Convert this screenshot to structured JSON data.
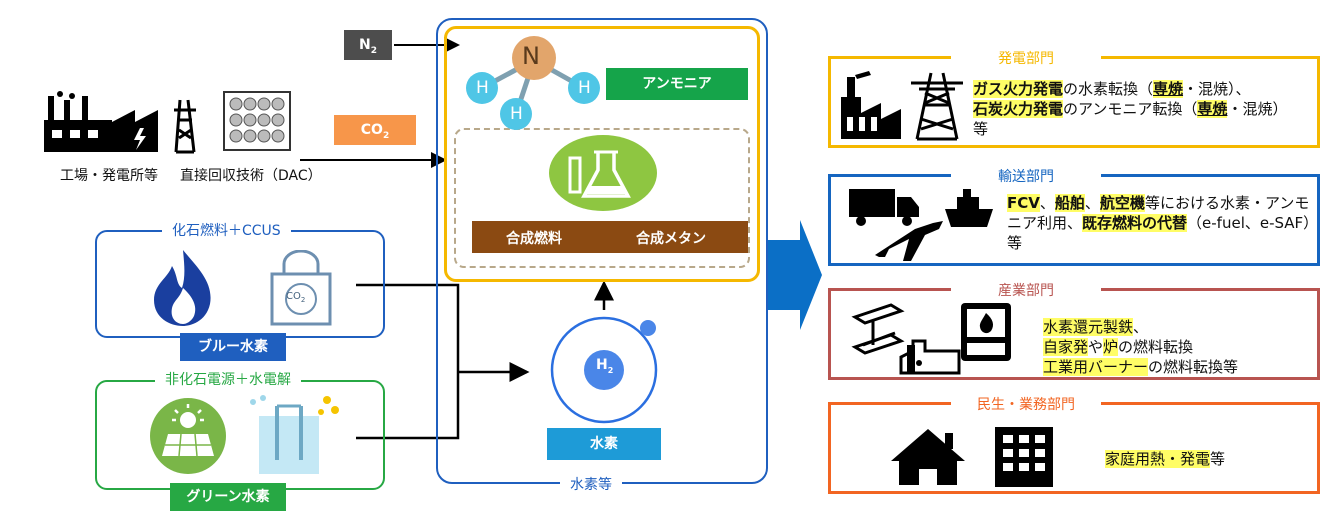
{
  "inputs": {
    "n2": "N",
    "n2_sub": "2",
    "co2": "CO",
    "co2_sub": "2",
    "factory_caption": "工場・発電所等",
    "dac_caption": "直接回収技術（DAC）"
  },
  "blue": {
    "title": "化石燃料＋CCUS",
    "label": "ブルー水素",
    "co2_icon": "CO",
    "co2_icon_sub": "2"
  },
  "green": {
    "title": "非化石電源＋水電解",
    "label": "グリーン水素"
  },
  "center": {
    "ammonia_label": "アンモニア",
    "n_atom": "N",
    "h_atom": "H",
    "synthetic_fuel": "合成燃料",
    "synthetic_methane": "合成メタン",
    "h2_main": "H",
    "h2_sub": "2",
    "hydrogen_label": "水素",
    "group_label": "水素等"
  },
  "sectors": {
    "power": {
      "title": "発電部門",
      "t1": "ガス火力発電",
      "t2": "の水素転換（",
      "t3": "専焼",
      "t4": "・混焼）、",
      "t5": "石炭火力発電",
      "t6": "のアンモニア転換（",
      "t7": "専焼",
      "t8": "・混焼）",
      "t9": "等"
    },
    "transport": {
      "title": "輸送部門",
      "t1": "FCV",
      "t2": "、",
      "t3": "船舶",
      "t4": "、",
      "t5": "航空機",
      "t6": "等における水素・アンモニア利用、",
      "t7": "既存燃料の代替",
      "t8": "（e-fuel、e-SAF）等"
    },
    "industry": {
      "title": "産業部門",
      "t1": "水素還元製鉄",
      "t2": "、",
      "t3": "自家発",
      "t4": "や",
      "t5": "炉",
      "t6": "の燃料転換",
      "t7": "工業用バーナー",
      "t8": "の燃料転換等"
    },
    "residential": {
      "title": "民生・業務部門",
      "t1": "家庭用熱・発電",
      "t2": "等"
    }
  },
  "colors": {
    "blue_frame": "#1f5fbf",
    "center_frame": "#1f5fbf",
    "ammonia_green": "#15a44a",
    "fuel_brown": "#8b4a12",
    "hydrogen_cyan": "#1e9bd7",
    "power": "#f5b800",
    "transport": "#1565c0",
    "industry": "#b85450",
    "residential": "#f26522",
    "green_frame": "#27a844",
    "highlight": "#fffd66",
    "arrow_blue": "#0b6fc6"
  }
}
